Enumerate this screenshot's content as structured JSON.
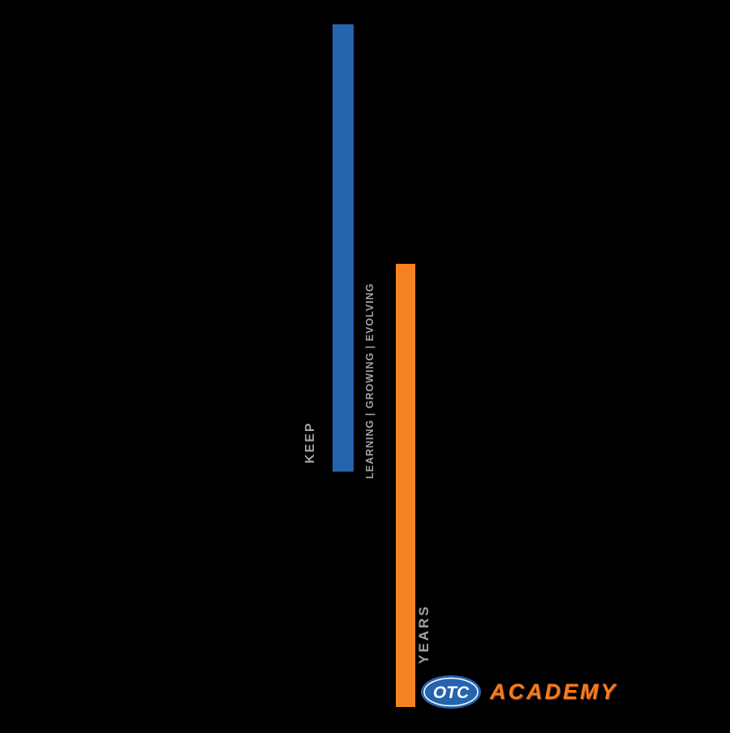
{
  "graphic": {
    "keep": "KEEP",
    "tagline": "LEARNING | GROWING | EVOLVING",
    "years": "YEARS"
  },
  "logo": {
    "otc": "OTC",
    "academy": "ACADEMY"
  },
  "colors": {
    "background": "#000000",
    "bar_blue": "#2564AE",
    "bar_orange": "#F58220",
    "label_gray": "#A0A2A5",
    "logo_oval_blue": "#2564AE",
    "logo_oval_ring": "#FFFFFF",
    "logo_otc_text": "#FFFFFF",
    "logo_academy_orange": "#F47B20"
  }
}
